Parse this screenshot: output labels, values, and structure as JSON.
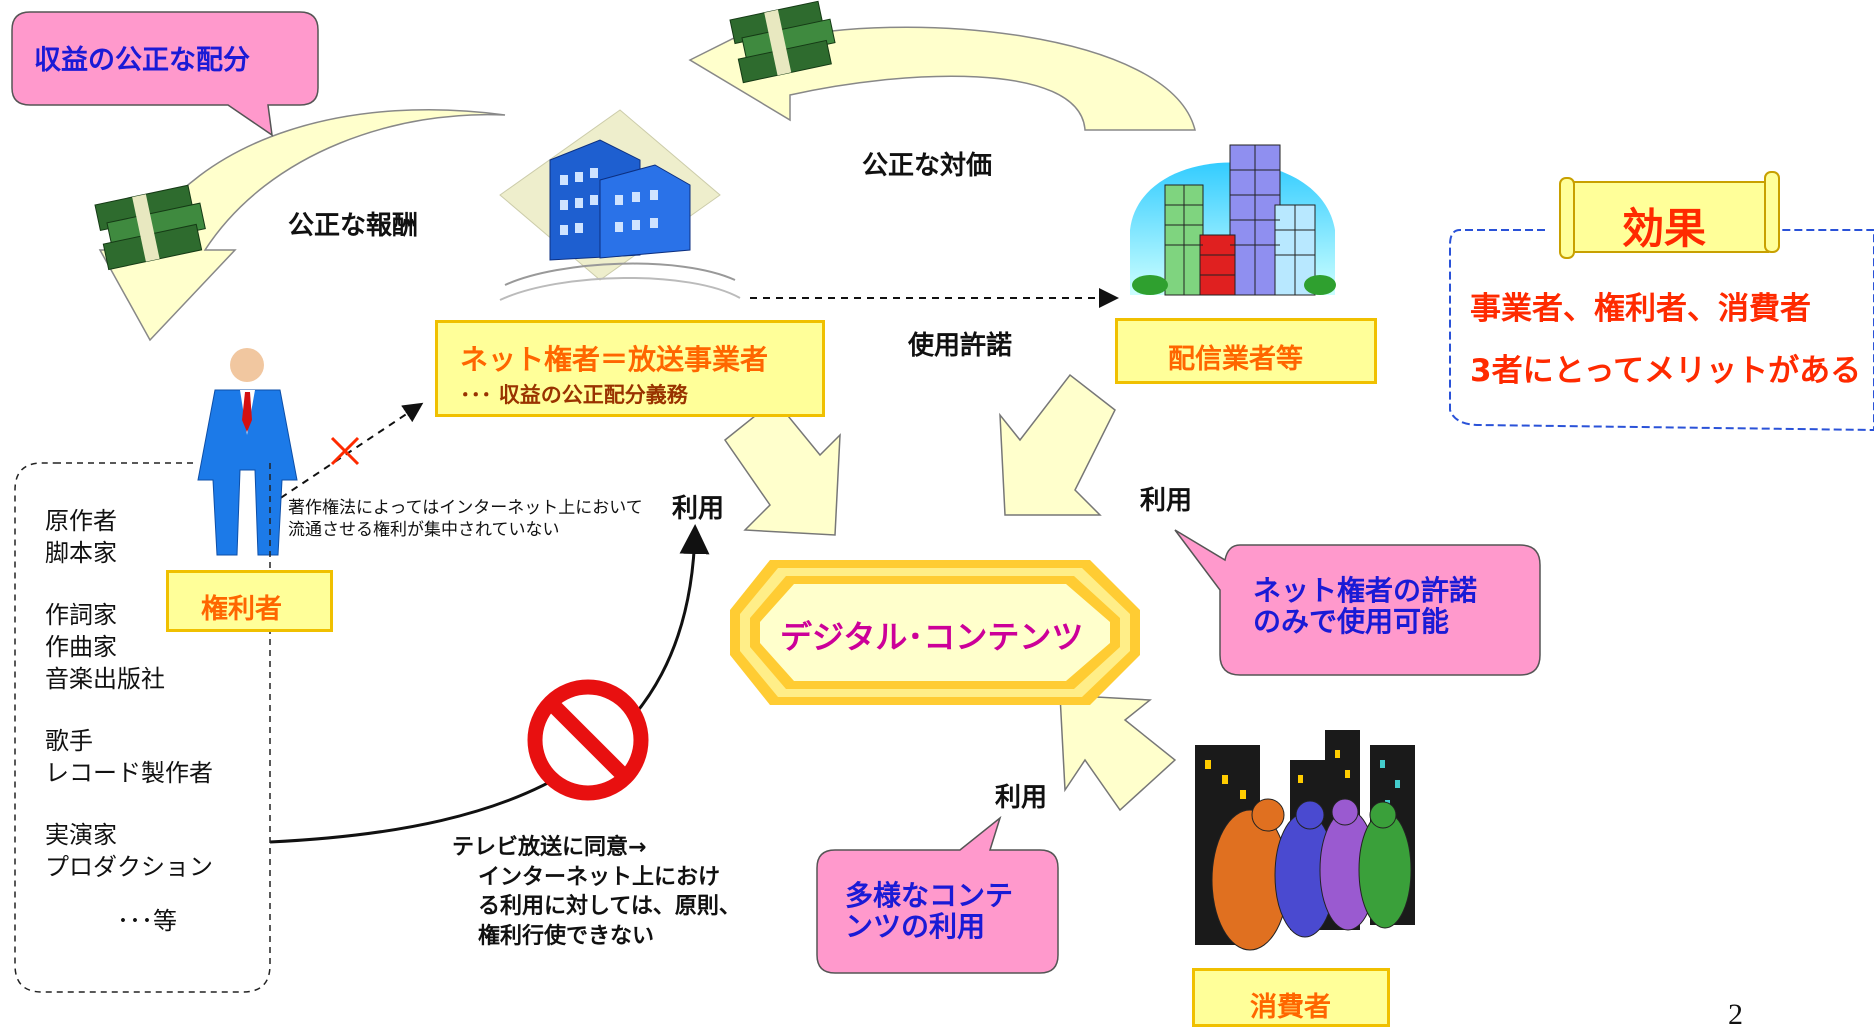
{
  "labels": {
    "fair_distribution": "収益の公正な配分",
    "fair_remuneration": "公正な報酬",
    "fair_price": "公正な対価",
    "license": "使用許諾",
    "use1": "利用",
    "use2": "利用",
    "use3": "利用",
    "rights_note": "著作権法によってはインターネット上において流通させる権利が集中されていない",
    "tv_note_line1": "テレビ放送に同意→",
    "tv_note_line2": "インターネット上におけ",
    "tv_note_line3": "る利用に対しては、原則、",
    "tv_note_line4": "権利行使できない",
    "page_number": "2"
  },
  "broadcaster": {
    "title": "ネット権者＝放送事業者",
    "subtitle": "･･･ 収益の公正配分義務"
  },
  "distributor": {
    "title": "配信業者等"
  },
  "rights_holder": {
    "title": "権利者"
  },
  "consumer": {
    "title": "消費者"
  },
  "center": {
    "title": "デジタル･コンテンツ"
  },
  "callouts": {
    "net_license_line1": "ネット権者の許諾",
    "net_license_line2": "のみで使用可能",
    "diverse_line1": "多様なコンテ",
    "diverse_line2": "ンツの利用"
  },
  "rights_list": {
    "items": [
      "原作者",
      "脚本家",
      "作詞家",
      "作曲家",
      "音楽出版社",
      "歌手",
      "レコード製作者",
      "実演家",
      "プロダクション",
      "･･･等"
    ]
  },
  "effect": {
    "title": "効果",
    "line1": "事業者、権利者、消費者",
    "line2": "3者にとってメリットがある"
  },
  "colors": {
    "pink": "#ff99cc",
    "yellow_fill": "#ffff99",
    "orange_text": "#ff6600",
    "magenta_text": "#cc0099",
    "blue_text": "#1a1ad6",
    "red_text": "#ff2a00",
    "arrow_fill": "#ffffcc"
  },
  "icons": [
    "money-stack-icon",
    "office-building-icon",
    "city-buildings-icon",
    "businessman-icon",
    "people-group-icon",
    "prohibited-icon",
    "cross-mark-icon",
    "scroll-banner-icon"
  ]
}
